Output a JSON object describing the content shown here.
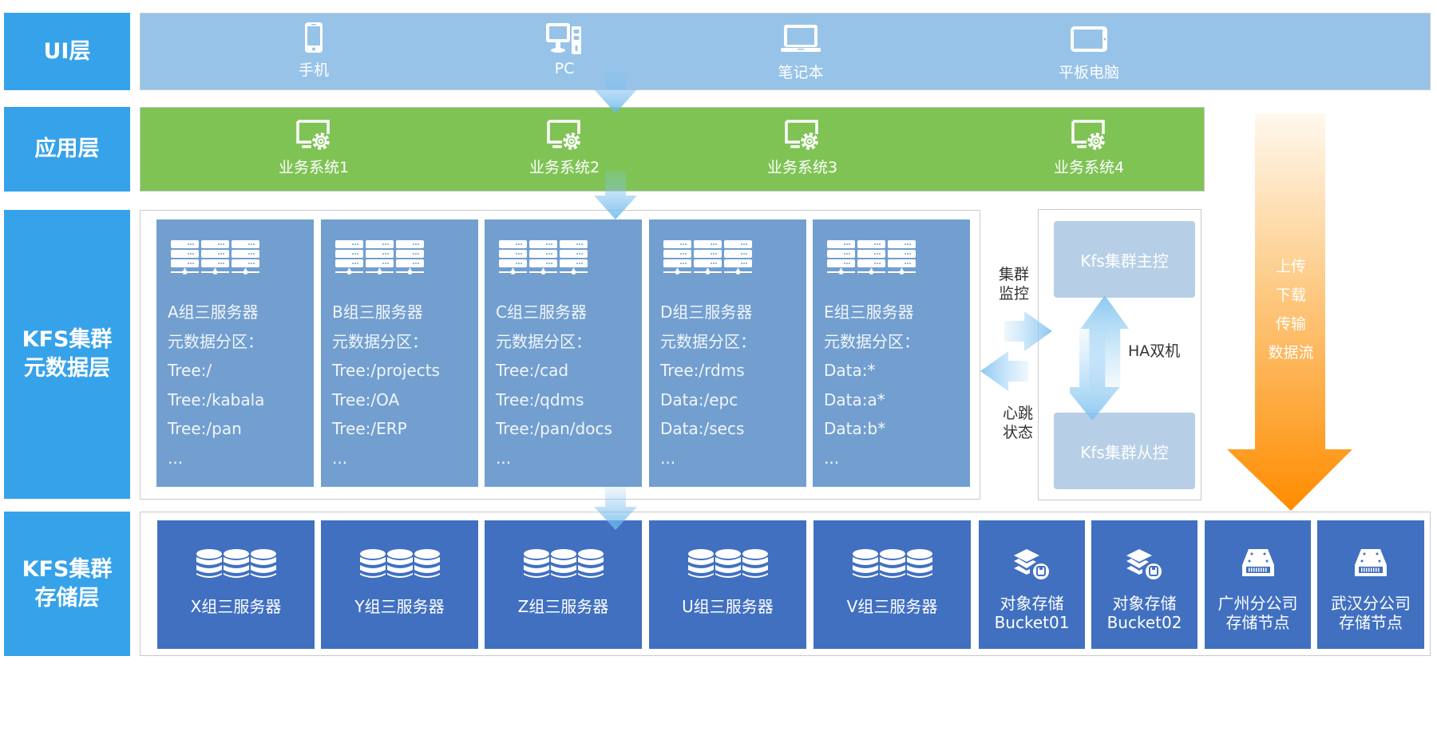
{
  "layers": {
    "ui": "UI层",
    "app": "应用层",
    "meta_line1": "KFS集群",
    "meta_line2": "元数据层",
    "storage_line1": "KFS集群",
    "storage_line2": "存储层"
  },
  "ui_items": [
    {
      "icon": "phone-icon",
      "label": "手机"
    },
    {
      "icon": "pc-icon",
      "label": "PC"
    },
    {
      "icon": "laptop-icon",
      "label": "笔记本"
    },
    {
      "icon": "tablet-icon",
      "label": "平板电脑"
    }
  ],
  "app_items": [
    {
      "icon": "monitor-gear-icon",
      "label": "业务系统1"
    },
    {
      "icon": "monitor-gear-icon",
      "label": "业务系统2"
    },
    {
      "icon": "monitor-gear-icon",
      "label": "业务系统3"
    },
    {
      "icon": "monitor-gear-icon",
      "label": "业务系统4"
    }
  ],
  "meta_groups": [
    {
      "title": "A组三服务器",
      "subtitle": "元数据分区：",
      "entries": [
        "Tree:/",
        "Tree:/kabala",
        "Tree:/pan",
        "..."
      ]
    },
    {
      "title": "B组三服务器",
      "subtitle": "元数据分区：",
      "entries": [
        "Tree:/projects",
        "Tree:/OA",
        "Tree:/ERP",
        "..."
      ]
    },
    {
      "title": "C组三服务器",
      "subtitle": "元数据分区：",
      "entries": [
        "Tree:/cad",
        "Tree:/qdms",
        "Tree:/pan/docs",
        "..."
      ]
    },
    {
      "title": "D组三服务器",
      "subtitle": "元数据分区：",
      "entries": [
        "Tree:/rdms",
        "Data:/epc",
        "Data:/secs",
        "..."
      ]
    },
    {
      "title": "E组三服务器",
      "subtitle": "元数据分区：",
      "entries": [
        "Data:*",
        "Data:a*",
        "Data:b*",
        "..."
      ]
    }
  ],
  "monitor": {
    "cluster_monitor_l1": "集群",
    "cluster_monitor_l2": "监控",
    "heartbeat_l1": "心跳",
    "heartbeat_l2": "状态",
    "master": "Kfs集群主控",
    "slave": "Kfs集群从控",
    "ha": "HA双机"
  },
  "data_flow": [
    "上传",
    "下载",
    "传输",
    "数据流"
  ],
  "storage_items": [
    {
      "icon": "database-icon",
      "lines": [
        "X组三服务器"
      ]
    },
    {
      "icon": "database-icon",
      "lines": [
        "Y组三服务器"
      ]
    },
    {
      "icon": "database-icon",
      "lines": [
        "Z组三服务器"
      ]
    },
    {
      "icon": "database-icon",
      "lines": [
        "U组三服务器"
      ]
    },
    {
      "icon": "database-icon",
      "lines": [
        "V组三服务器"
      ]
    },
    {
      "icon": "object-storage-icon",
      "lines": [
        "对象存储",
        "Bucket01"
      ]
    },
    {
      "icon": "object-storage-icon",
      "lines": [
        "对象存储",
        "Bucket02"
      ]
    },
    {
      "icon": "storage-node-icon",
      "lines": [
        "广州分公司",
        "存储节点"
      ]
    },
    {
      "icon": "storage-node-icon",
      "lines": [
        "武汉分公司",
        "存储节点"
      ]
    }
  ],
  "colors": {
    "layer_label": "#36a2ea",
    "ui_bar": "#97c3e8",
    "app_bar": "#7fc355",
    "meta_card": "#729fcf",
    "storage_card": "#4170c1",
    "ha_box": "#b7cfe6",
    "flow_arrow": "#ff9000"
  }
}
